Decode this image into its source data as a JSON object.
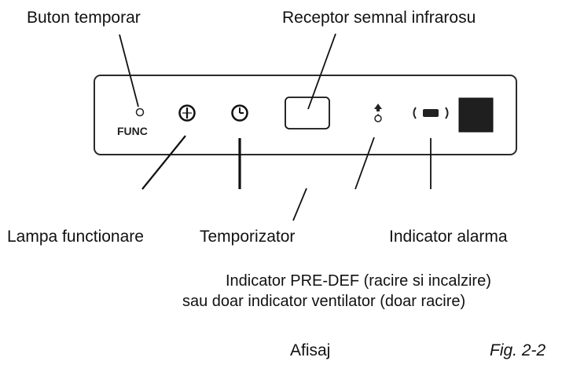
{
  "diagram": {
    "labels": {
      "temporary_button": "Buton temporar",
      "ir_receiver": "Receptor semnal infrarosu",
      "operation_lamp": "Lampa functionare",
      "timer": "Temporizator",
      "alarm_indicator": "Indicator alarma",
      "pre_def_line_1": "Indicator PRE-DEF (racire si incalzire)",
      "pre_def_line_2": "sau doar indicator ventilator (doar racire)",
      "display": "Afisaj",
      "figure": "Fig. 2-2"
    },
    "panel": {
      "button_label": "FUNC"
    }
  }
}
